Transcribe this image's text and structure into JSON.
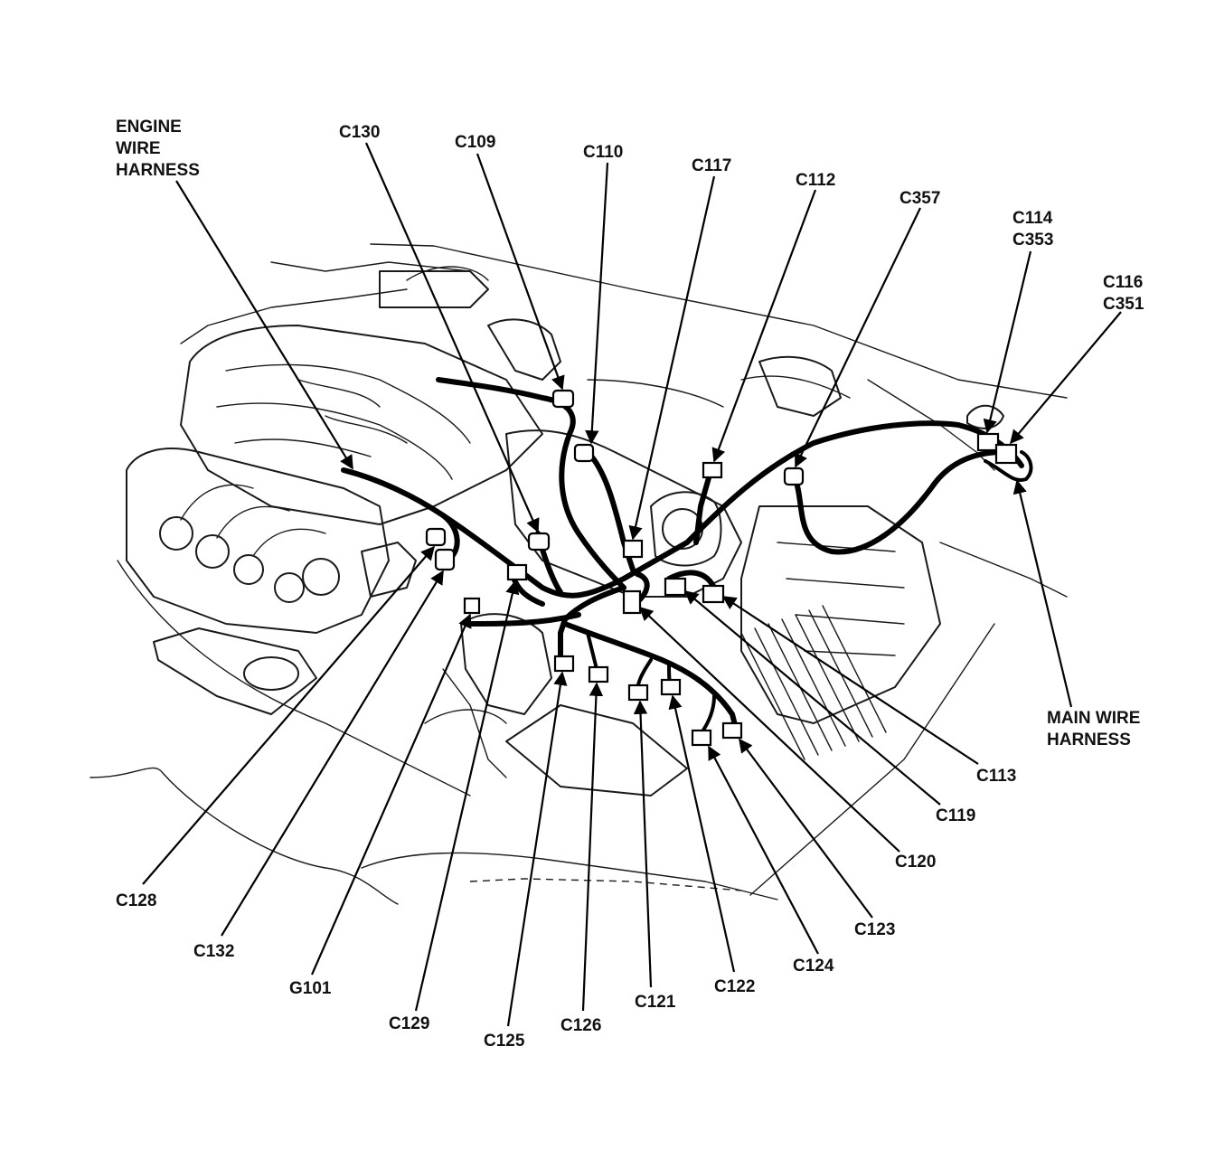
{
  "diagram": {
    "labels": {
      "engine_wire_harness": [
        "ENGINE",
        "WIRE",
        "HARNESS"
      ],
      "main_wire_harness": [
        "MAIN WIRE",
        "HARNESS"
      ],
      "c130": "C130",
      "c109": "C109",
      "c110": "C110",
      "c117": "C117",
      "c112": "C112",
      "c357": "C357",
      "c114_c353": [
        "C114",
        "C353"
      ],
      "c116_c351": [
        "C116",
        "C351"
      ],
      "c113": "C113",
      "c119": "C119",
      "c120": "C120",
      "c123": "C123",
      "c124": "C124",
      "c122": "C122",
      "c121": "C121",
      "c126": "C126",
      "c125": "C125",
      "c129": "C129",
      "g101": "G101",
      "c132": "C132",
      "c128": "C128"
    }
  }
}
